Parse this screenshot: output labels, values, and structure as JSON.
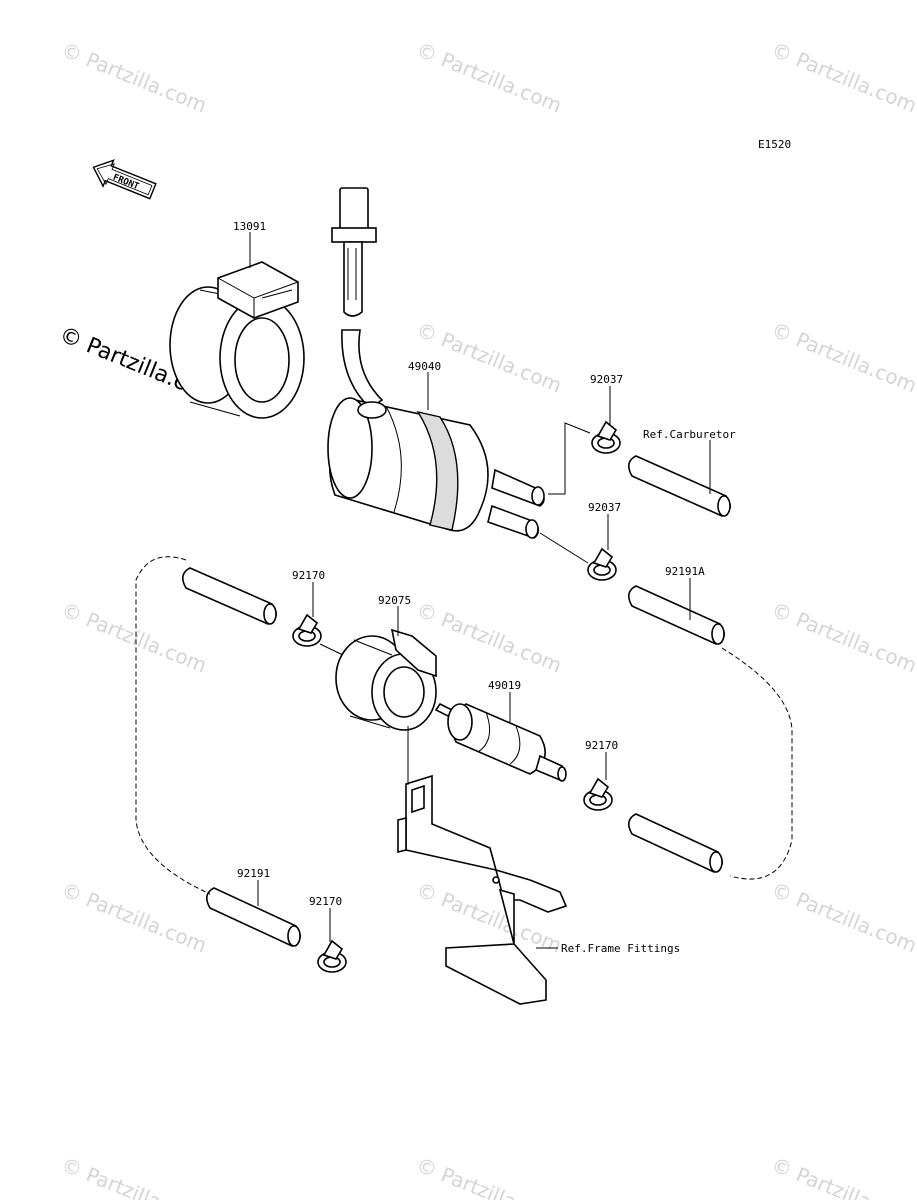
{
  "diagram": {
    "code": "E1520",
    "front_label": "FRONT",
    "labels": {
      "p13091": "13091",
      "p49040": "49040",
      "p92037_top": "92037",
      "ref_carburetor": "Ref.Carburetor",
      "p92037_mid": "92037",
      "p92191A": "92191A",
      "p92170_left": "92170",
      "p92075": "92075",
      "p49019": "49019",
      "p92170_right": "92170",
      "p92191": "92191",
      "p92170_bottom": "92170",
      "ref_frame": "Ref.Frame Fittings"
    }
  },
  "watermark": {
    "text": "© Partzilla.com",
    "main_text": "© Partzilla.com"
  }
}
